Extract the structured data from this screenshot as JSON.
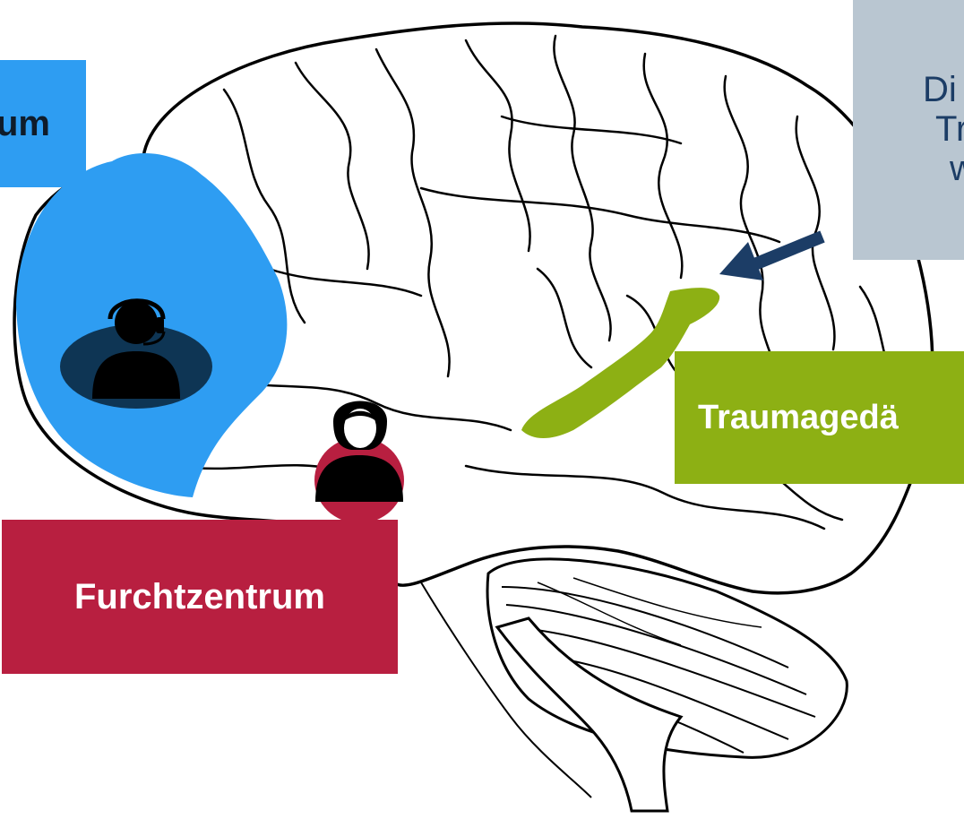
{
  "labels": {
    "top_left": "um",
    "fear_center": "Furchtzentrum",
    "trauma_memory": "Traumagedä",
    "top_right_lines": [
      "Di",
      "Tr",
      "w"
    ]
  },
  "colors": {
    "blue_region": "#2e9df2",
    "fear_red": "#b81f40",
    "trauma_green": "#8db014",
    "grey_box": "#b9c6d1",
    "arrow_navy": "#1c3d66",
    "outline": "#000000"
  },
  "icons": [
    "person-with-headset-icon",
    "woman-person-icon",
    "arrow-left-icon"
  ]
}
